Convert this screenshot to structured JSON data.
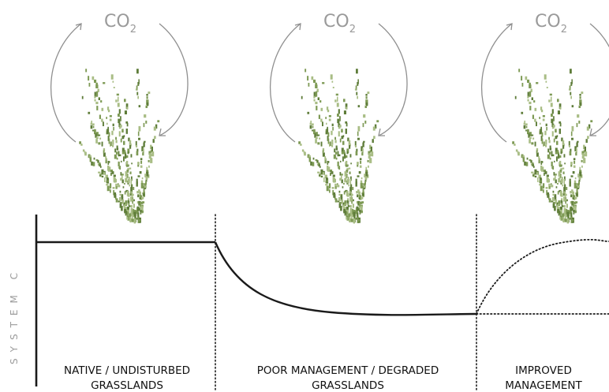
{
  "co2": {
    "main": "CO",
    "subscript": "2"
  },
  "y_axis_label": "SYSTEM C",
  "sections": [
    {
      "line1": "NATIVE / UNDISTURBED",
      "line2": "GRASSLANDS"
    },
    {
      "line1": "POOR MANAGEMENT / DEGRADED",
      "line2": "GRASSLANDS"
    },
    {
      "line1": "IMPROVED",
      "line2": "MANAGEMENT"
    }
  ],
  "colors": {
    "plant_dark": "#5f7d3a",
    "plant_mid": "#7e9a55",
    "plant_light": "#a9bd85",
    "arrow": "#8f8f8f",
    "line": "#1a1a1a"
  }
}
